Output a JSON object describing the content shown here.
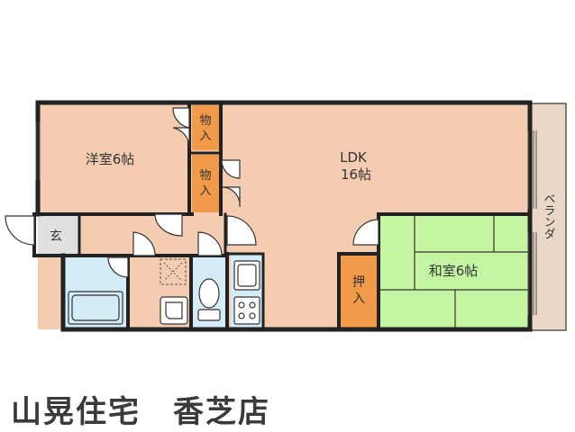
{
  "rooms": {
    "western": {
      "name": "洋室6帖"
    },
    "ldk": {
      "name": "LDK",
      "size": "16帖"
    },
    "japanese": {
      "name": "和室6帖"
    },
    "closet1": "物入",
    "closet2": "物入",
    "oshiire": "押入",
    "genkan": "玄",
    "veranda": "ベランダ"
  },
  "company": {
    "name": "山晃住宅",
    "store": "香芝店"
  },
  "colors": {
    "room": "#f3ccb1",
    "storage": "#f09a4a",
    "japanese": "#c3f5a3",
    "wet": "#d4ecf8",
    "veranda": "#ead7c8",
    "wall": "#222222"
  },
  "icons": [
    "bathtub-icon",
    "washbasin-icon",
    "toilet-icon",
    "stove-icon",
    "washer-pan-icon"
  ]
}
